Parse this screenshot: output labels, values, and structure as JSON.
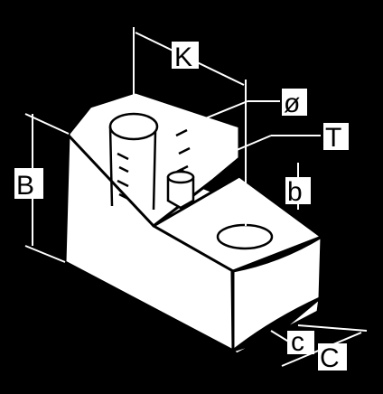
{
  "diagram": {
    "labels": {
      "k": "K",
      "diameter": "ø",
      "t": "T",
      "b_upper": "B",
      "b_lower": "b",
      "c_upper": "C",
      "c_lower": "c"
    }
  }
}
